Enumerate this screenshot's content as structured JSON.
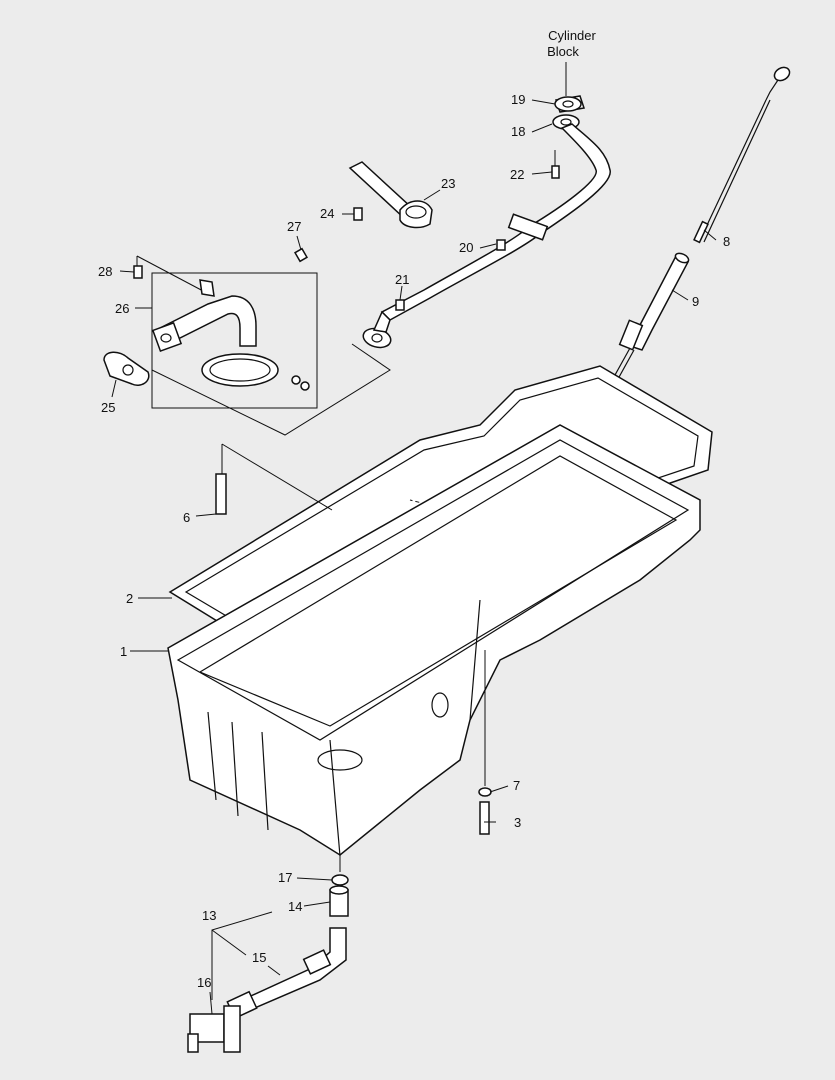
{
  "title_lines": [
    "Cylinder",
    "Block"
  ],
  "callouts": [
    {
      "id": "1",
      "label": "1"
    },
    {
      "id": "2",
      "label": "2"
    },
    {
      "id": "3",
      "label": "3"
    },
    {
      "id": "6",
      "label": "6"
    },
    {
      "id": "7",
      "label": "7"
    },
    {
      "id": "8",
      "label": "8"
    },
    {
      "id": "9",
      "label": "9"
    },
    {
      "id": "13",
      "label": "13"
    },
    {
      "id": "14",
      "label": "14"
    },
    {
      "id": "15",
      "label": "15"
    },
    {
      "id": "16",
      "label": "16"
    },
    {
      "id": "17",
      "label": "17"
    },
    {
      "id": "18",
      "label": "18"
    },
    {
      "id": "19",
      "label": "19"
    },
    {
      "id": "20",
      "label": "20"
    },
    {
      "id": "21",
      "label": "21"
    },
    {
      "id": "22",
      "label": "22"
    },
    {
      "id": "23",
      "label": "23"
    },
    {
      "id": "24",
      "label": "24"
    },
    {
      "id": "25",
      "label": "25"
    },
    {
      "id": "26",
      "label": "26"
    },
    {
      "id": "27",
      "label": "27"
    },
    {
      "id": "28",
      "label": "28"
    }
  ]
}
